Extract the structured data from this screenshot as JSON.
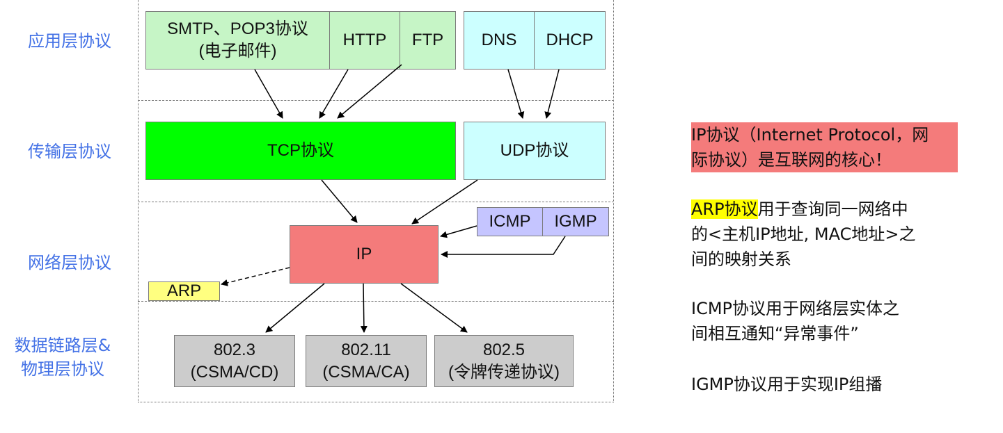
{
  "layers": {
    "application": "应用层协议",
    "transport": "传输层协议",
    "network": "网络层协议",
    "link_line1": "数据链路层&",
    "link_line2": "物理层协议"
  },
  "app_protocols": {
    "smtp_line1": "SMTP、POP3协议",
    "smtp_line2": "(电子邮件)",
    "http": "HTTP",
    "ftp": "FTP",
    "dns": "DNS",
    "dhcp": "DHCP"
  },
  "transport_protocols": {
    "tcp": "TCP协议",
    "udp": "UDP协议"
  },
  "network_protocols": {
    "ip": "IP",
    "icmp": "ICMP",
    "igmp": "IGMP",
    "arp": "ARP"
  },
  "link_protocols": [
    {
      "line1": "802.3",
      "line2": "(CSMA/CD)"
    },
    {
      "line1": "802.11",
      "line2": "(CSMA/CA)"
    },
    {
      "line1": "802.5",
      "line2": "(令牌传递协议)"
    }
  ],
  "notes": {
    "ip_note_line1": "IP协议（Internet Protocol，网",
    "ip_note_line2": "际协议）是互联网的核心！",
    "arp_highlight": "ARP协议",
    "arp_rest_line1": "用于查询同一网络中",
    "arp_line2": "的<主机IP地址, MAC地址>之",
    "arp_line3": "间的映射关系",
    "icmp_line1": "ICMP协议用于网络层实体之",
    "icmp_line2": "间相互通知“异常事件”",
    "igmp_line1": "IGMP协议用于实现IP组播"
  },
  "colors": {
    "app_green": "#c6f5c6",
    "app_cyan": "#ccffff",
    "tcp_green": "#00ff00",
    "ip_red": "#f47b7b",
    "icmp_purple": "#c5c5ff",
    "arp_yellow": "#ffff80",
    "link_gray": "#cccccc",
    "layer_label_blue": "#4472e6"
  }
}
